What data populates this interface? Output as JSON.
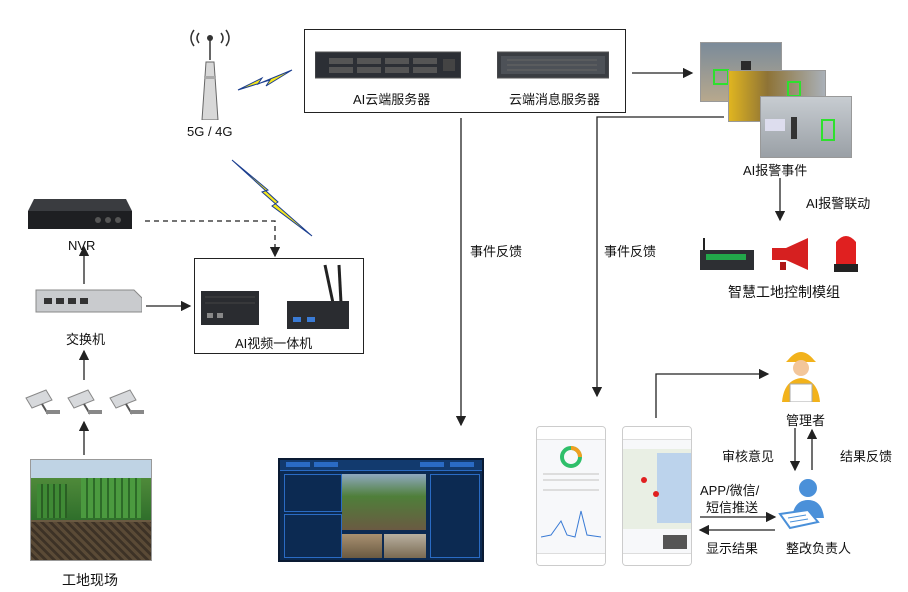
{
  "labels": {
    "tower": "5G / 4G",
    "ai_cloud_server": "AI云端服务器",
    "cloud_msg_server": "云端消息服务器",
    "nvr": "NVR",
    "switch": "交换机",
    "ai_video_box": "AI视频一体机",
    "site": "工地现场",
    "event_feedback_1": "事件反馈",
    "event_feedback_2": "事件反馈",
    "ai_alarm_event": "AI报警事件",
    "ai_alarm_linkage": "AI报警联动",
    "control_module": "智慧工地控制模组",
    "manager": "管理者",
    "review_opinion": "审核意见",
    "result_feedback": "结果反馈",
    "push_line1": "APP/微信/",
    "push_line2": "短信推送",
    "show_result": "显示结果",
    "rectify_person": "整改负责人"
  },
  "colors": {
    "line": "#222222",
    "lightning": "#f5e61c",
    "lightning_stroke": "#1a3d8f",
    "screen_bg": "#0c2a52",
    "helmet": "#f2b21b",
    "person_blue": "#4a90d9",
    "alarm_red": "#e02020"
  }
}
